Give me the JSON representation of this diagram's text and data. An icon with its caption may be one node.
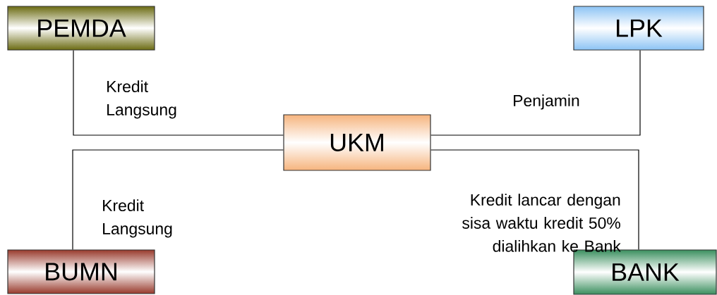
{
  "diagram": {
    "nodes": [
      {
        "text": [
          "PEMDA"
        ]
      },
      {
        "text": [
          "LPK"
        ]
      },
      {
        "text": [
          "UKM"
        ]
      },
      {
        "text": [
          "BUMN"
        ]
      },
      {
        "text": [
          "BANK"
        ]
      }
    ],
    "edges": [
      {
        "from": 0,
        "to": 2,
        "arrow": "none",
        "label": "Kredit Langsung"
      },
      {
        "from": 1,
        "to": 2,
        "arrow": "none",
        "label": "Penjamin"
      },
      {
        "from": 3,
        "to": 2,
        "arrow": "none",
        "label": "Kredit Langsung"
      },
      {
        "from": 4,
        "to": 2,
        "arrow": "none",
        "label": "Kredit lancar dengan sisa waktu kredit 50% dialihkan ke Bank"
      }
    ]
  }
}
